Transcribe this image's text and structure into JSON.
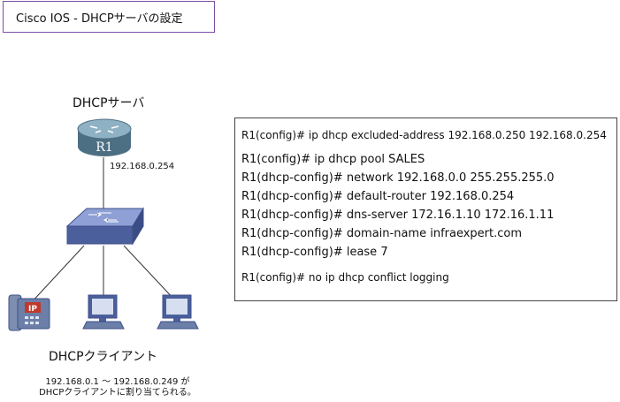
{
  "title": "Cisco IOS - DHCPサーバの設定",
  "server": {
    "heading": "DHCPサーバ",
    "router_name": "R1",
    "ip": "192.168.0.254"
  },
  "clients": {
    "heading": "DHCPクライアント",
    "ip_phone_badge": "IP",
    "range_line1": "192.168.0.1 ～ 192.168.0.249 が",
    "range_line2": "DHCPクライアントに割り当てられる。"
  },
  "config": {
    "excluded": "R1(config)# ip dhcp excluded-address 192.168.0.250 192.168.0.254",
    "pool_lines": [
      "R1(config)# ip dhcp pool SALES",
      "R1(dhcp-config)# network 192.168.0.0 255.255.255.0",
      "R1(dhcp-config)# default-router 192.168.0.254",
      "R1(dhcp-config)# dns-server 172.16.1.10 172.16.1.11",
      "R1(dhcp-config)# domain-name infraexpert.com",
      "R1(dhcp-config)# lease 7"
    ],
    "conflict": "R1(config)# no ip dhcp conflict logging"
  },
  "colors": {
    "title_border": "#7a4fa6",
    "device_blue": "#4a5f9c",
    "device_top": "#7f93cc",
    "router_teal": "#6e8fa3"
  }
}
